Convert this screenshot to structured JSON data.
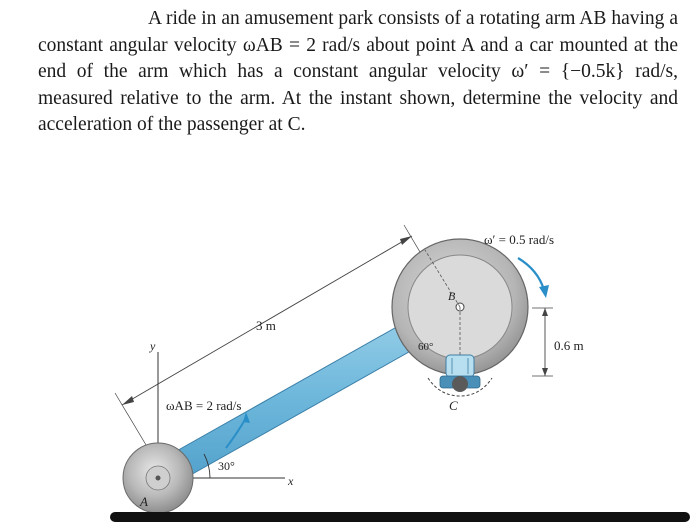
{
  "problem": {
    "text": "A ride in an amusement park consists of a rotating arm AB having a constant angular velocity ωAB = 2 rad/s about point A and a car mounted at the end of the arm which has a constant angular velocity ω′ = {−0.5k} rad/s, measured relative to the arm. At the instant shown, determine the velocity and acceleration of the passenger at C."
  },
  "figure": {
    "label_3m": "3 m",
    "label_omega_ab": "ωAB = 2 rad/s",
    "label_30deg": "30°",
    "label_omega_prime": "ω′ = 0.5 rad/s",
    "label_0_6m": "0.6 m",
    "label_60deg": "60°",
    "label_A": "A",
    "label_B": "B",
    "label_C": "C",
    "label_x": "x",
    "label_y": "y"
  }
}
